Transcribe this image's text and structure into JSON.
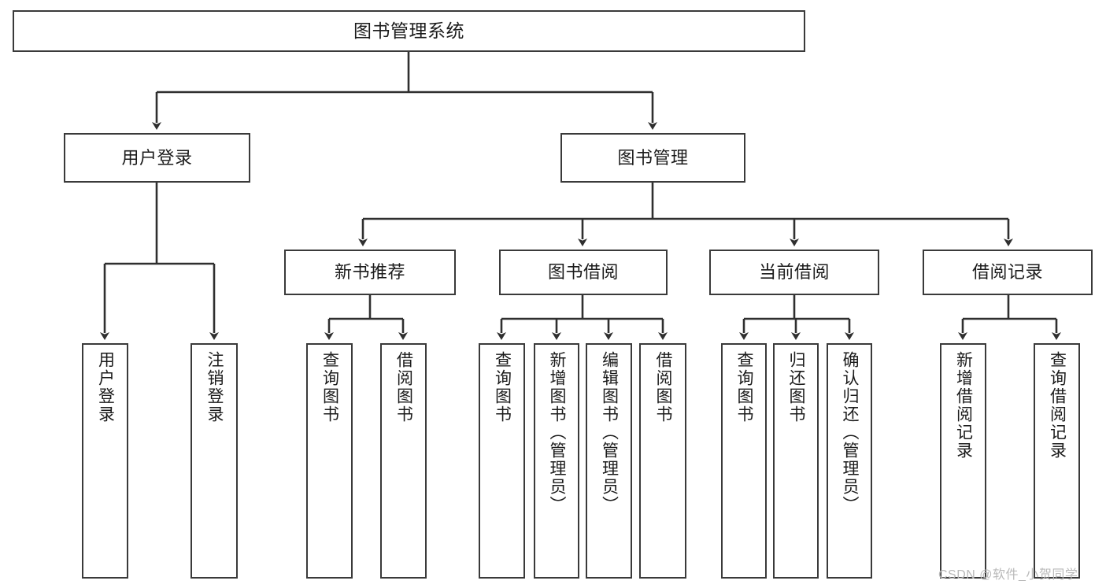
{
  "diagram": {
    "type": "tree-hierarchy-flowchart",
    "title": "图书管理系统",
    "watermark": "CSDN @软件_小贺同学",
    "colors": {
      "box_border": "#3a3a3a",
      "box_fill": "#ffffff",
      "connector": "#2f2f2f",
      "text": "#1b1b1b",
      "watermark": "#b9b9b9"
    },
    "levels": {
      "root": {
        "label": "图书管理系统"
      },
      "level2": [
        {
          "label": "用户登录"
        },
        {
          "label": "图书管理"
        }
      ],
      "level3": [
        {
          "label": "新书推荐"
        },
        {
          "label": "图书借阅"
        },
        {
          "label": "当前借阅"
        },
        {
          "label": "借阅记录"
        }
      ],
      "leaves": {
        "user_login": [
          {
            "label": "用户登录"
          },
          {
            "label": "注销登录"
          }
        ],
        "new_book_recommend": [
          {
            "label": "查询图书"
          },
          {
            "label": "借阅图书"
          }
        ],
        "book_borrow": [
          {
            "label": "查询图书"
          },
          {
            "label": "新增图书（管理员）"
          },
          {
            "label": "编辑图书（管理员）"
          },
          {
            "label": "借阅图书"
          }
        ],
        "current_borrow": [
          {
            "label": "查询图书"
          },
          {
            "label": "归还图书"
          },
          {
            "label": "确认归还（管理员）"
          }
        ],
        "borrow_record": [
          {
            "label": "新增借阅记录"
          },
          {
            "label": "查询借阅记录"
          }
        ]
      }
    }
  }
}
